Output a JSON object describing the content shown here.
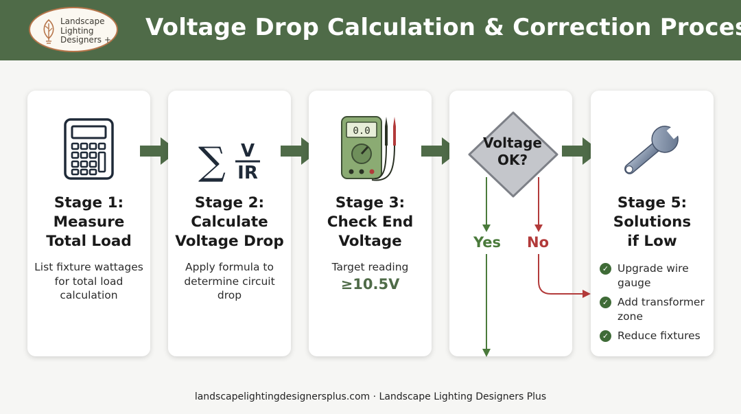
{
  "header": {
    "title": "Voltage Drop Calculation & Correction Process",
    "brand_color": "#4f6b48"
  },
  "logo": {
    "text_line1": "Landscape",
    "text_line2": "Lighting",
    "text_line3": "Designers +",
    "icon": "leaf-bulb-icon"
  },
  "stages": [
    {
      "title_line1": "Stage 1:",
      "title_line2": "Measure",
      "title_line3": "Total Load",
      "desc": "List fixture wattages for total load calculation",
      "icon": "calculator-icon"
    },
    {
      "title_line1": "Stage 2:",
      "title_line2": "Calculate",
      "title_line3": "Voltage Drop",
      "desc": "Apply formula to determine circuit drop",
      "icon": "formula-icon",
      "formula": {
        "sigma": "∑",
        "numerator": "V",
        "denominator": "IR"
      }
    },
    {
      "title_line1": "Stage 3:",
      "title_line2": "Check End",
      "title_line3": "Voltage",
      "desc": "Target reading",
      "target": "≥10.5V",
      "icon": "multimeter-icon",
      "meter_display": "0.0"
    },
    {
      "decision_line1": "Voltage",
      "decision_line2": "OK?",
      "yes_label": "Yes",
      "no_label": "No",
      "icon": "decision-diamond-icon"
    },
    {
      "title_line1": "Stage 5:",
      "title_line2": "Solutions",
      "title_line3": "if Low",
      "icon": "wrench-icon",
      "solutions": [
        "Upgrade wire gauge",
        "Add transformer zone",
        "Reduce fixtures"
      ]
    }
  ],
  "colors": {
    "yes": "#4a7a3b",
    "no": "#b23a3a",
    "arrow": "#4f6b48"
  },
  "footer": {
    "text": "landscapelightingdesignersplus.com · Landscape Lighting Designers Plus"
  }
}
